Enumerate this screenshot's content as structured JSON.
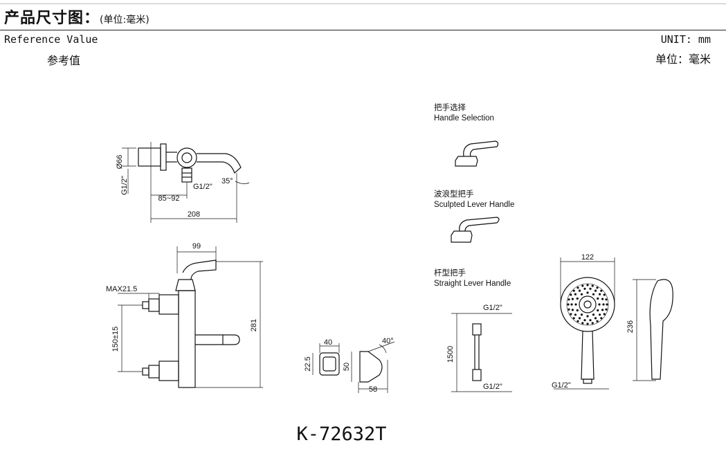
{
  "header": {
    "title": "产品尺寸图：",
    "unit_note": "(单位:毫米)",
    "reference_en": "Reference Value",
    "reference_cn": "参考值",
    "unit_en": "UNIT:  mm",
    "unit_cn": "单位：毫米"
  },
  "model": "K-72632T",
  "handles": [
    {
      "cn": "把手选择",
      "en": "Handle Selection"
    },
    {
      "cn": "波浪型把手",
      "en": "Sculpted Lever Handle"
    },
    {
      "cn": "杆型把手",
      "en": "Straight Lever Handle"
    }
  ],
  "dims": {
    "top_view": {
      "diameter": "Ø66",
      "thread_left": "G1/2\"",
      "thread": "G1/2\"",
      "angle": "35°",
      "span": "85~92",
      "length": "208"
    },
    "front_view": {
      "width": "99",
      "max": "MAX21.5",
      "spacing": "150±15",
      "height": "281"
    },
    "holder": {
      "width": "40",
      "depth": "22.5",
      "height": "50",
      "base": "58",
      "angle": "40°"
    },
    "hose": {
      "thread_top": "G1/2\"",
      "length": "1500",
      "thread_bottom": "G1/2\""
    },
    "shower": {
      "diameter": "122",
      "length": "236",
      "thread": "G1/2\""
    }
  }
}
